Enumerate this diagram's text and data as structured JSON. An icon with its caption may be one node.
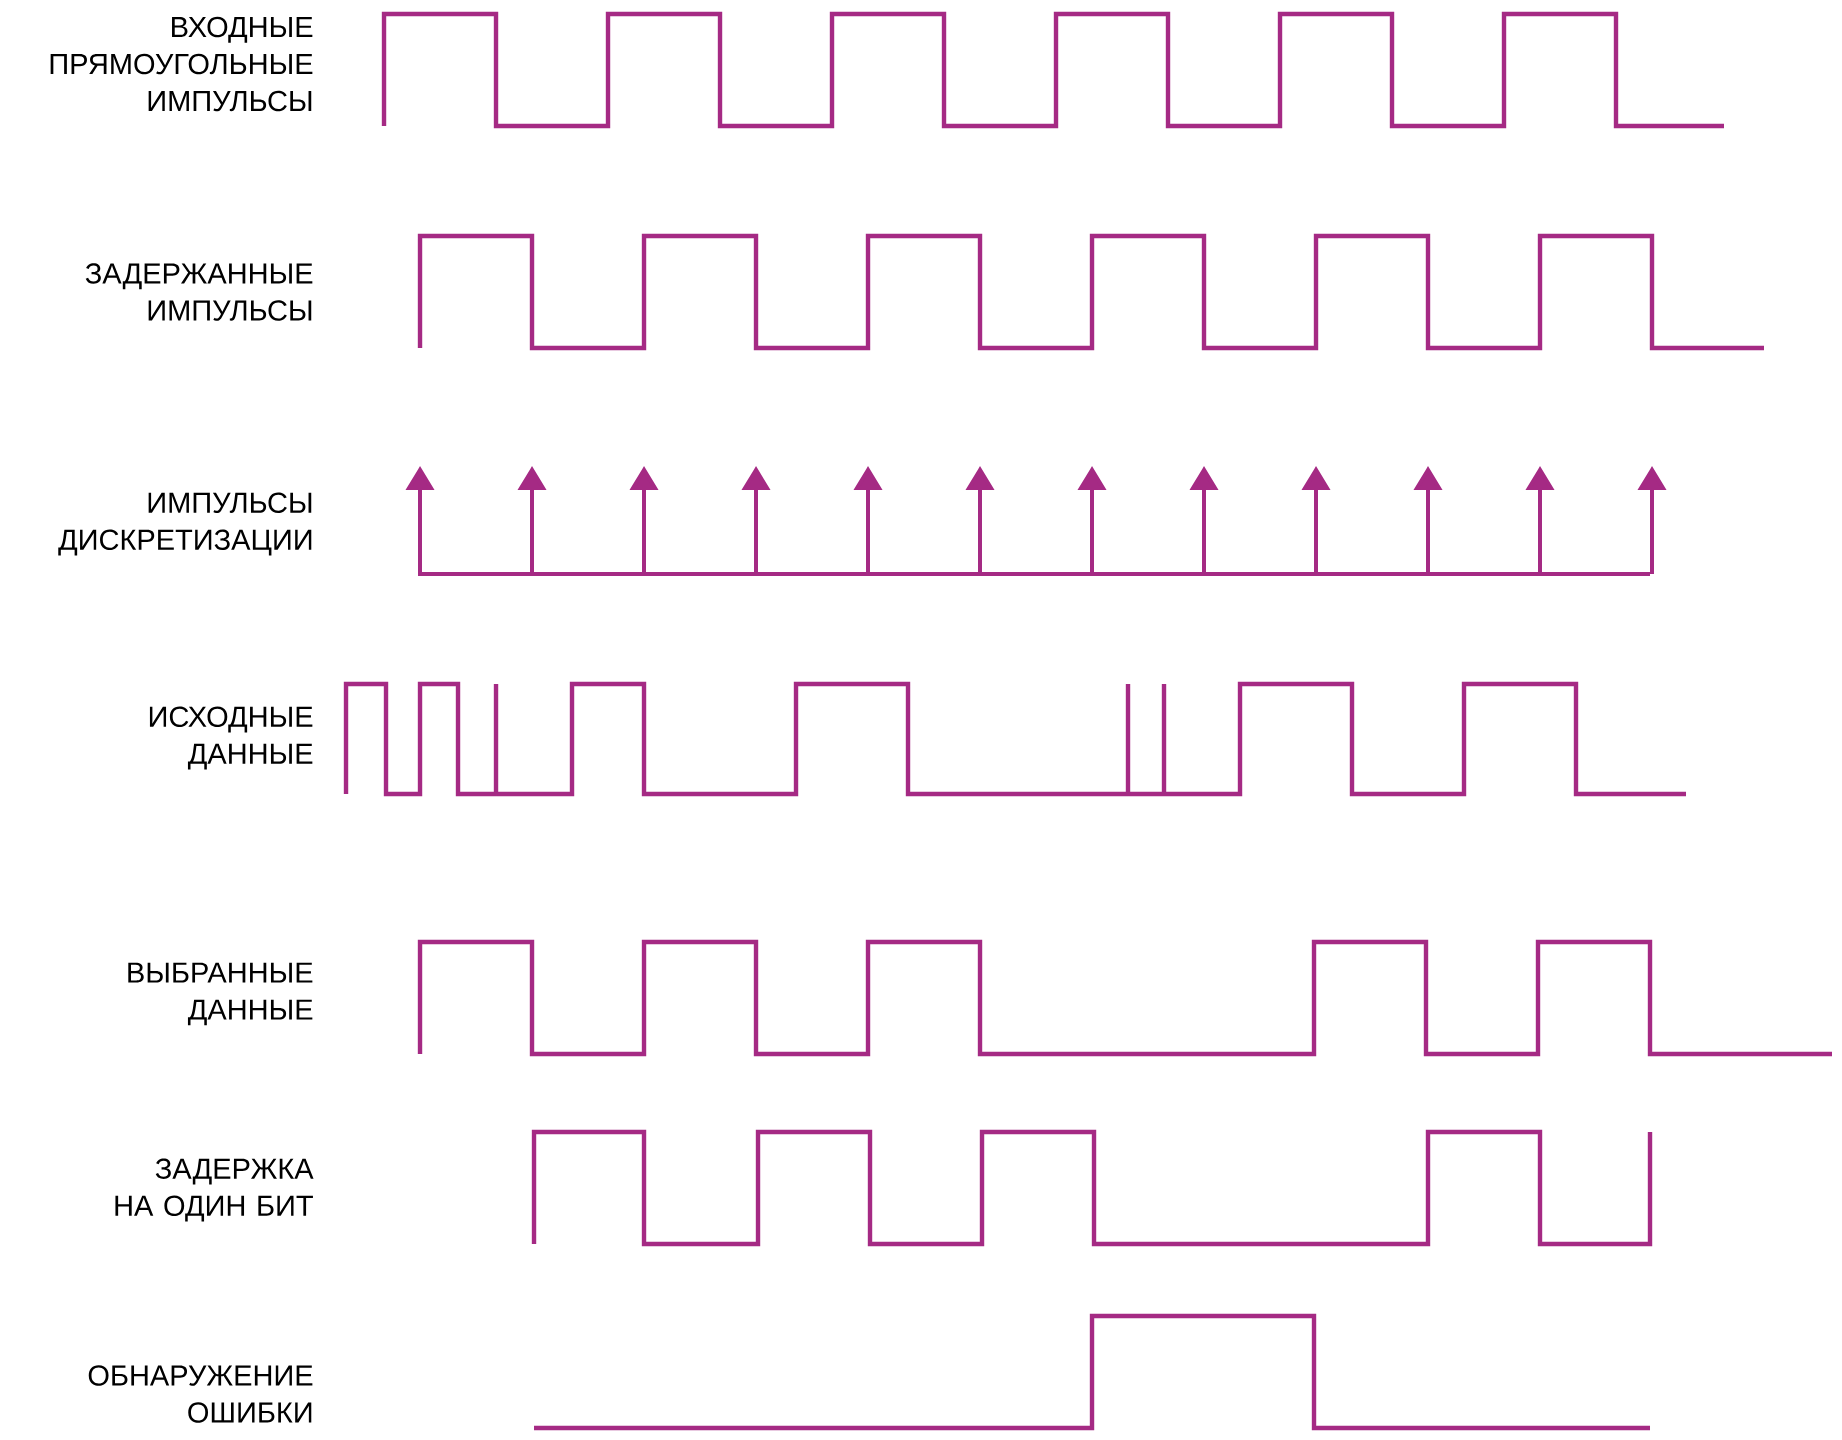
{
  "diagram": {
    "labels": [
      "ВХОДНЫЕ ПРЯМОУГОЛЬНЫЕ ИМПУЛЬСЫ",
      "ЗАДЕРЖАННЫЕ ИМПУЛЬСЫ",
      "ИМПУЛЬСЫ ДИСКРЕТИЗАЦИИ",
      "ИСХОДНЫЕ ДАННЫЕ",
      "ВЫБРАННЫЕ ДАННЫЕ",
      "ЗАДЕРЖКА НА ОДИН БИТ",
      "ОБНАРУЖЕНИЕ ОШИБКИ"
    ]
  }
}
